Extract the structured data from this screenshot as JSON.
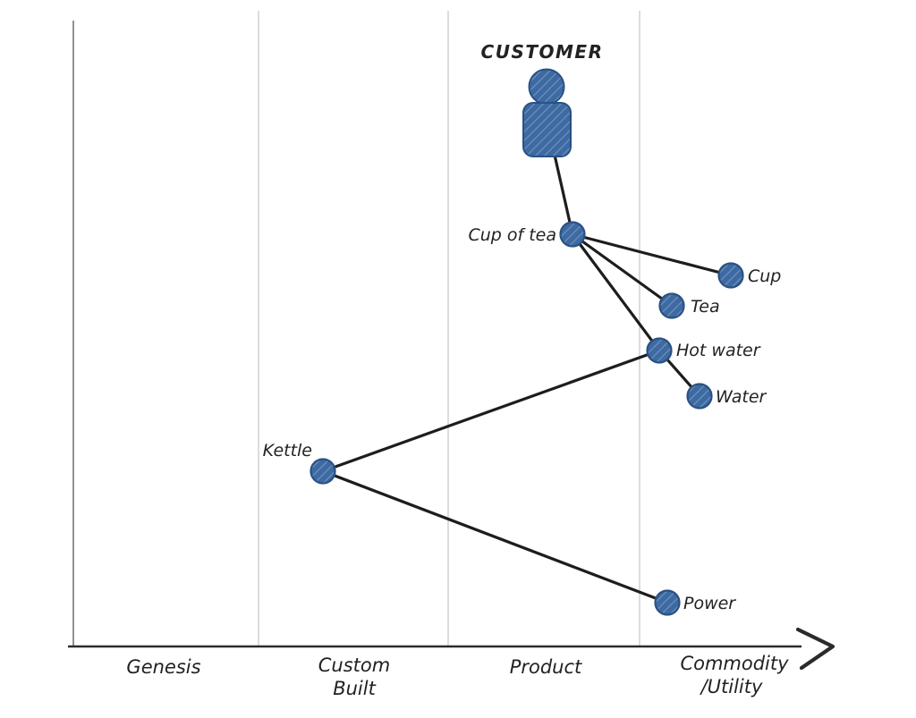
{
  "map": {
    "anchor_label": "CUSTOMER",
    "nodes": {
      "cup_of_tea": "Cup of tea",
      "cup": "Cup",
      "tea": "Tea",
      "hot_water": "Hot water",
      "water": "Water",
      "kettle": "Kettle",
      "power": "Power"
    },
    "edges": [
      {
        "from": "CUSTOMER",
        "to": "Cup of tea"
      },
      {
        "from": "Cup of tea",
        "to": "Cup"
      },
      {
        "from": "Cup of tea",
        "to": "Tea"
      },
      {
        "from": "Cup of tea",
        "to": "Hot water"
      },
      {
        "from": "Hot water",
        "to": "Water"
      },
      {
        "from": "Hot water",
        "to": "Kettle"
      },
      {
        "from": "Kettle",
        "to": "Power"
      }
    ],
    "axis": {
      "stages": [
        {
          "label": "Genesis",
          "label2": ""
        },
        {
          "label": "Custom",
          "label2": "Built"
        },
        {
          "label": "Product",
          "label2": ""
        },
        {
          "label": "Commodity",
          "label2": "/Utility"
        }
      ]
    },
    "colors": {
      "node_fill": "#3d6aa2",
      "node_stroke": "#2a5183",
      "edge": "#1d1d1d",
      "gridline": "#d3d3d3",
      "y_axis": "#6f6f6f",
      "x_axis": "#2b2b2b",
      "text": "#222222"
    }
  }
}
